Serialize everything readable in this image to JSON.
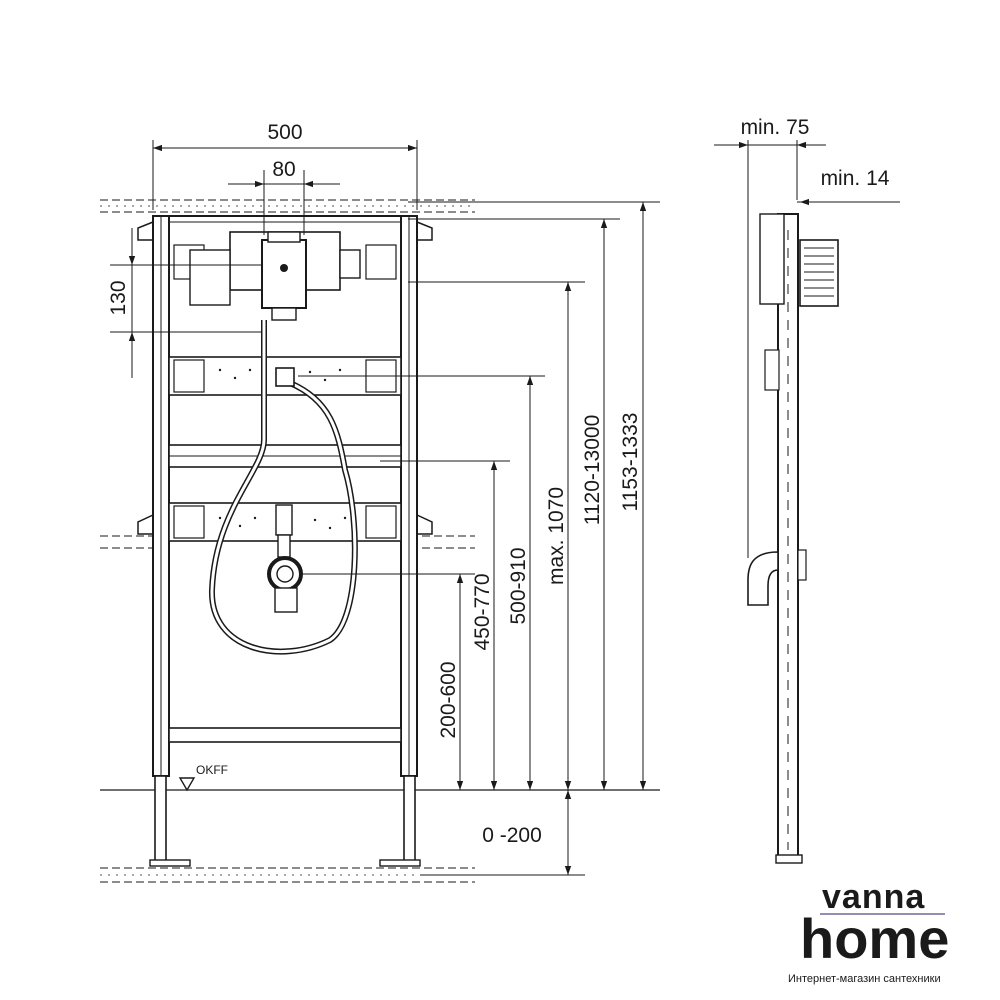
{
  "dimensions": {
    "frame_width": "500",
    "connector_width": "80",
    "vertical_offset": "130",
    "drain_height": "200-600",
    "pipe_height": "450-770",
    "crossbar_height": "500-910",
    "valve_height": "max. 1070",
    "frame_height": "1120-13000",
    "total_height": "1153-1333",
    "leg_adjust": "0 -200",
    "side_depth": "min. 75",
    "side_gap": "min. 14"
  },
  "floor_label": "OKFF",
  "logo": {
    "line1": "vanna",
    "line2": "home",
    "tagline": "Интернет-магазин сантехники",
    "color": "#6d6b99"
  }
}
